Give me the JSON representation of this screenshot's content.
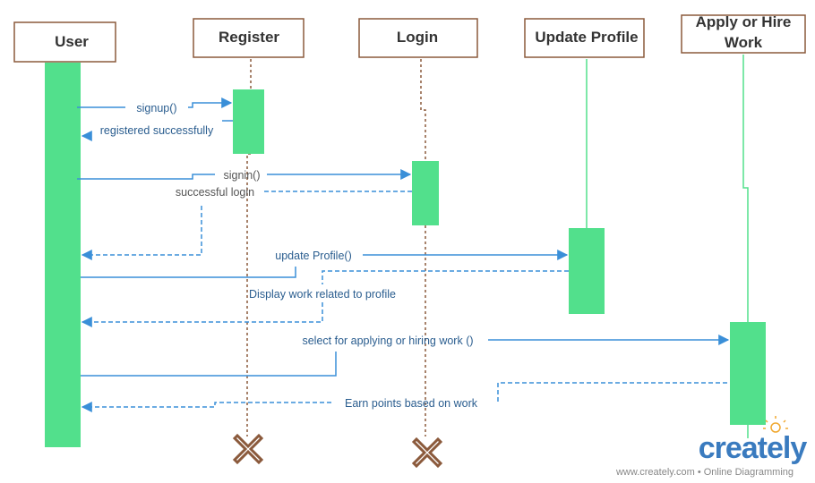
{
  "participants": [
    {
      "id": "user",
      "label": "User"
    },
    {
      "id": "register",
      "label": "Register"
    },
    {
      "id": "login",
      "label": "Login"
    },
    {
      "id": "update_profile",
      "label": "Update Profile"
    },
    {
      "id": "apply_hire",
      "label_line1": "Apply or Hire",
      "label_line2": "Work"
    }
  ],
  "messages": {
    "signup": "signup()",
    "registered": "registered successfully",
    "signin": "signin()",
    "successful_login": "successful login",
    "update_profile": "update Profile()",
    "display_work": "Display work related to profile",
    "select_apply": "select for applying or hiring work ()",
    "earn_points": "Earn points based on work"
  },
  "watermark": {
    "brand": "creately",
    "tagline": "www.creately.com • Online Diagramming"
  },
  "colors": {
    "activation": "#52e08c",
    "message_line": "#3a8fd8",
    "lifeline_brown": "#8b5a3c",
    "lifeline_green": "#52e08c",
    "box_border": "#8b5a3c",
    "brand": "#3a7bbf"
  }
}
